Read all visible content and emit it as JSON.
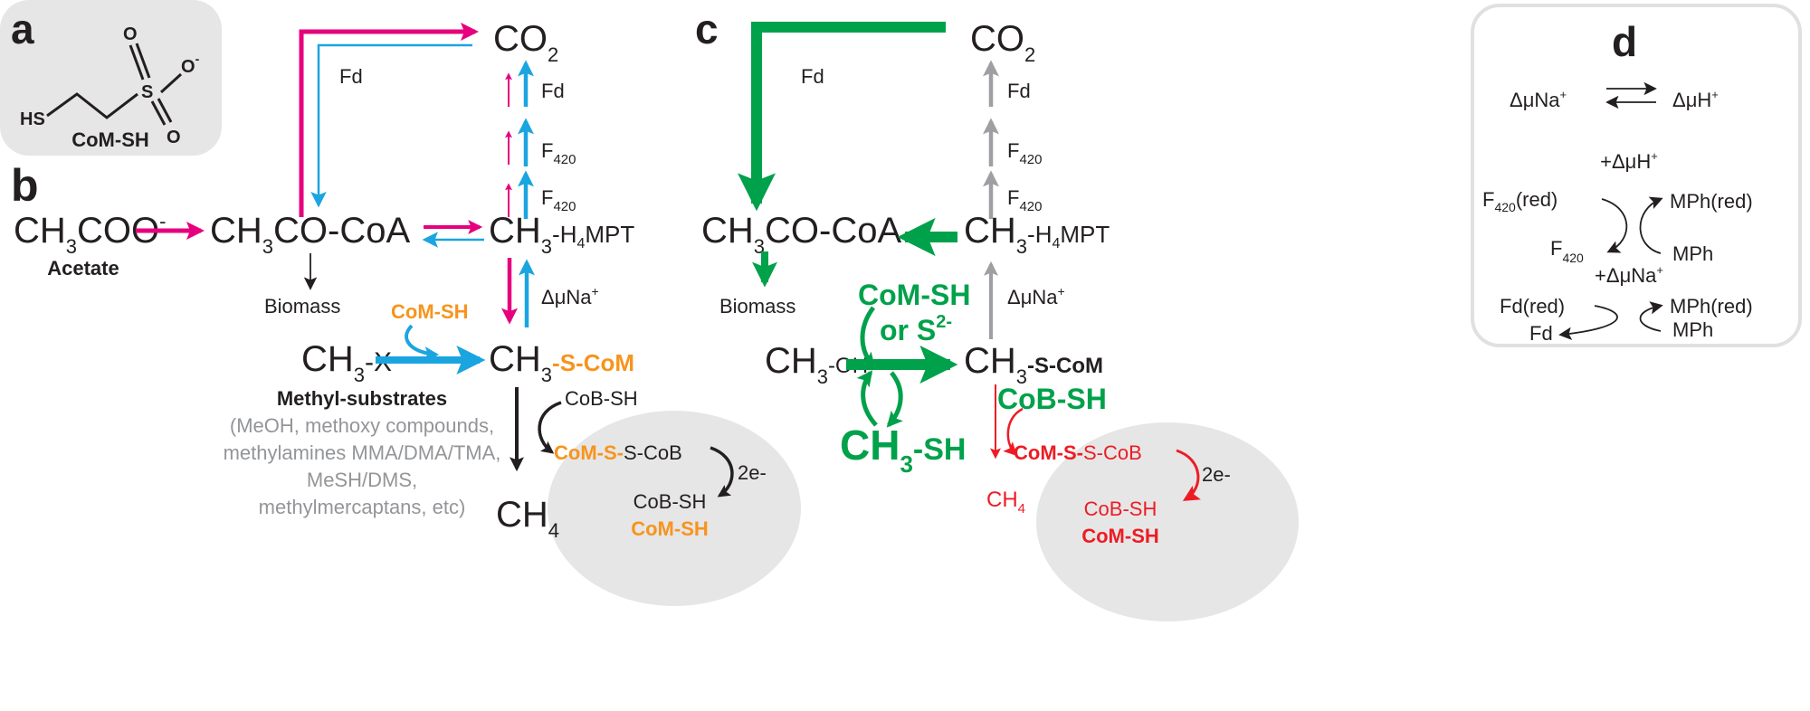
{
  "colors": {
    "pink": "#e6007e",
    "blue": "#1ba5e0",
    "green": "#00a14b",
    "orange": "#f7941d",
    "red": "#ed1c24",
    "gray": "#9d9fa2",
    "panel_bg": "#e6e6e6"
  },
  "panel_a": {
    "label": "a",
    "hs": "HS",
    "s": "S",
    "o": "O",
    "o_minus": "O",
    "minus": "-",
    "name": "CoM-SH"
  },
  "panel_b": {
    "label": "b",
    "acetate": {
      "ch": "CH",
      "sub": "3",
      "rest": "COO",
      "sup": "-",
      "name": "Acetate"
    },
    "acetyl_coa": {
      "ch": "CH",
      "sub": "3",
      "rest": "CO-CoA"
    },
    "fd": "Fd",
    "co2": {
      "main": "CO",
      "sub": "2"
    },
    "right_labels": [
      {
        "main": "Fd",
        "sub": ""
      },
      {
        "main": "F",
        "sub": "420"
      },
      {
        "main": "F",
        "sub": "420"
      }
    ],
    "methyl_h4mpt": {
      "ch": "CH",
      "sub": "3",
      "rest": "-H",
      "sub2": "4",
      "rest2": "MPT"
    },
    "biomass": "Biomass",
    "delta_na": {
      "main": "ΔμNa",
      "sup": "+"
    },
    "com_sh": "CoM-SH",
    "methyl_x": {
      "ch": "CH",
      "sub": "3",
      "rest": "-X"
    },
    "methyl_s_com": {
      "ch": "CH",
      "sub": "3",
      "rest": "-S-CoM"
    },
    "methyl_substrates": "Methyl-substrates",
    "substrate_examples": [
      "(MeOH, methoxy compounds,",
      "methylamines MMA/DMA/TMA,",
      "MeSH/DMS,",
      "methylmercaptans, etc)"
    ],
    "cob_sh": "CoB-SH",
    "heterodisulfide": {
      "part1": "CoM-S-",
      "part2": "S-CoB"
    },
    "electrons": "2e-",
    "ch4": {
      "main": "CH",
      "sub": "4"
    },
    "products": {
      "cob": "CoB-SH",
      "com": "CoM-SH"
    }
  },
  "panel_c": {
    "label": "c",
    "co2": {
      "main": "CO",
      "sub": "2"
    },
    "fd": "Fd",
    "right_labels": [
      {
        "main": "Fd",
        "sub": ""
      },
      {
        "main": "F",
        "sub": "420"
      },
      {
        "main": "F",
        "sub": "420"
      }
    ],
    "acetyl_coa": {
      "ch": "CH",
      "sub": "3",
      "rest": "CO-CoA"
    },
    "methyl_h4mpt": {
      "ch": "CH",
      "sub": "3",
      "rest": "-H",
      "sub2": "4",
      "rest2": "MPT"
    },
    "biomass": "Biomass",
    "com_sh": "CoM-SH",
    "or_sulfide": {
      "main": "or S",
      "sup": "2-"
    },
    "delta_na": {
      "main": "ΔμNa",
      "sup": "+"
    },
    "methanol": {
      "ch": "CH",
      "sub": "3",
      "rest": "-OH"
    },
    "methyl_s_com": {
      "ch": "CH",
      "sub": "3",
      "rest": "-S-CoM"
    },
    "methanethiol": {
      "ch": "CH",
      "sub": "3",
      "rest": "-SH"
    },
    "cob_sh": "CoB-SH",
    "heterodisulfide": {
      "part1": "CoM-S-",
      "part2": "S-CoB"
    },
    "electrons": "2e-",
    "ch4": {
      "main": "CH",
      "sub": "4"
    },
    "products": {
      "cob": "CoB-SH",
      "com": "CoM-SH"
    }
  },
  "panel_d": {
    "label": "d",
    "eq1": {
      "left": "ΔμNa",
      "left_sup": "+",
      "right": "ΔμH",
      "right_sup": "+"
    },
    "eq2": {
      "driver": "+ΔμH",
      "driver_sup": "+",
      "red_in": "F",
      "red_in_sub": "420",
      "red_in_rest": "(red)",
      "ox_out": "F",
      "ox_out_sub": "420",
      "mph_red": "MPh(red)",
      "mph": "MPh"
    },
    "eq3": {
      "driver": "+ΔμNa",
      "driver_sup": "+",
      "red_in": "Fd(red)",
      "ox_out": "Fd",
      "mph_red": "MPh(red)",
      "mph": "MPh"
    }
  }
}
